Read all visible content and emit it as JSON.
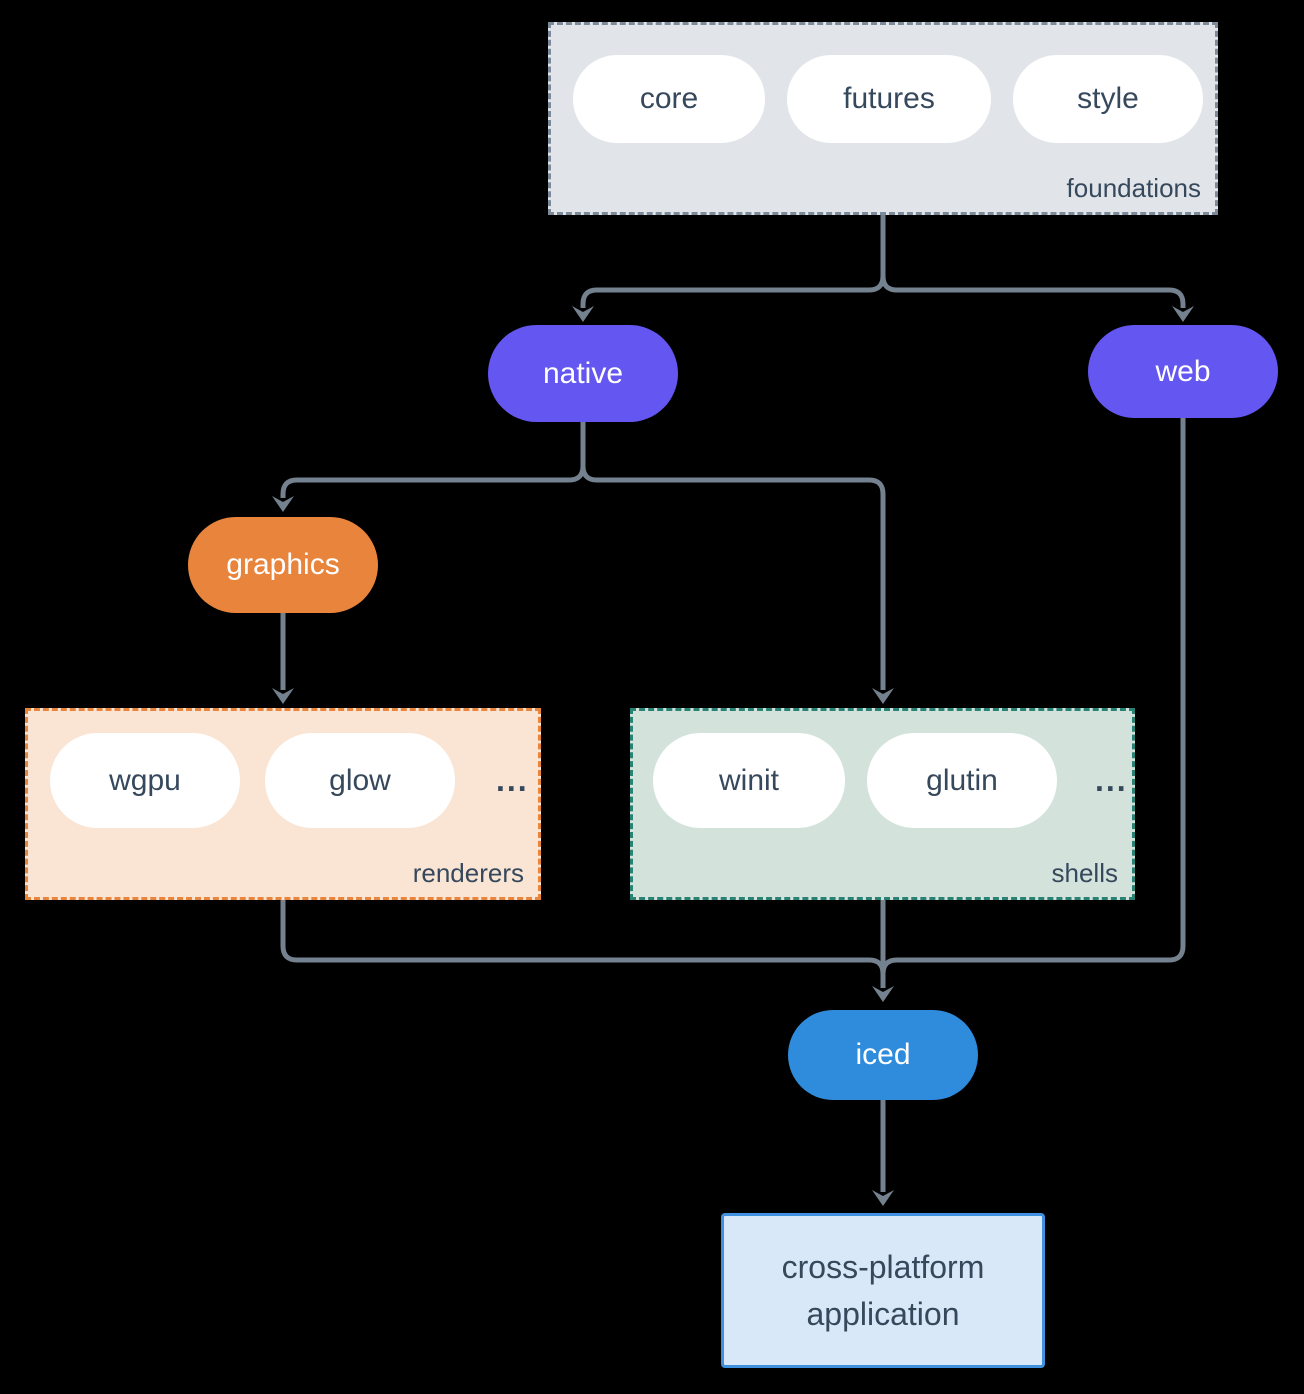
{
  "colors": {
    "background": "#000000",
    "purple": "#6456f0",
    "orange": "#e8843c",
    "blue": "#2f8bdc",
    "connector": "#74818f",
    "text_dark": "#36485c",
    "pill_white": "#ffffff",
    "foundations_bg": "#e1e5e9",
    "foundations_border": "#7d8a99",
    "renderers_bg": "#fae5d5",
    "renderers_border": "#e8843c",
    "shells_bg": "#d3e3dc",
    "shells_border": "#2a8274",
    "app_bg": "#d8e8f8",
    "app_border": "#4090e0"
  },
  "groups": {
    "foundations": {
      "label": "foundations",
      "items": [
        "core",
        "futures",
        "style"
      ]
    },
    "renderers": {
      "label": "renderers",
      "items": [
        "wgpu",
        "glow"
      ],
      "ellipsis": "..."
    },
    "shells": {
      "label": "shells",
      "items": [
        "winit",
        "glutin"
      ],
      "ellipsis": "..."
    }
  },
  "nodes": {
    "native": {
      "label": "native"
    },
    "web": {
      "label": "web"
    },
    "graphics": {
      "label": "graphics"
    },
    "iced": {
      "label": "iced"
    },
    "application": {
      "line1": "cross-platform",
      "line2": "application"
    }
  }
}
